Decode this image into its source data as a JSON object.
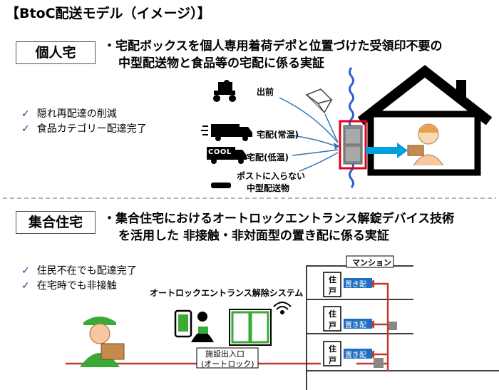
{
  "title": "【BtoC配送モデル（イメージ）】",
  "individual": {
    "label": "個人宅",
    "desc_line1": "・宅配ボックスを個人専用着荷デポと位置づけた受領印不要の",
    "desc_line2": "中型配送物と食品等の宅配に係る実証",
    "checks": [
      "隠れ再配達の削減",
      "食品カテゴリー配達完了"
    ],
    "check_mark": "✓",
    "sources": {
      "demae": "出前",
      "normal": "宅配(常温)",
      "cool": "宅配(低温)",
      "post_line1": "ポストに入らない",
      "post_line2": "中型配送物"
    },
    "cool_truck_text": "COOL"
  },
  "apartment": {
    "label": "集合住宅",
    "desc_line1": "・集合住宅におけるオートロックエントランス解錠デバイス技術",
    "desc_line2": "を活用した 非接触・非対面型の置き配に係る実証",
    "checks": [
      "住民不在でも配達完了",
      "在宅時でも非接触"
    ],
    "check_mark": "✓",
    "system_label": "オートロックエントランス解除システム",
    "mansion_label": "マンション",
    "entrance_line1": "施設出入口",
    "entrance_line2": "(オートロック)",
    "unit_door_line1": "住",
    "unit_door_line2": "戸",
    "okihai_label": "置き配"
  },
  "colors": {
    "accent_blue": "#0070c0",
    "okihai_blue": "#1f6fc0",
    "route_red": "#c0392b",
    "box_red": "#e0001b",
    "wave_blue": "#2f5fd0",
    "green": "#3aa935",
    "parcel_brown": "#c68a4f",
    "dark": "#000000"
  }
}
